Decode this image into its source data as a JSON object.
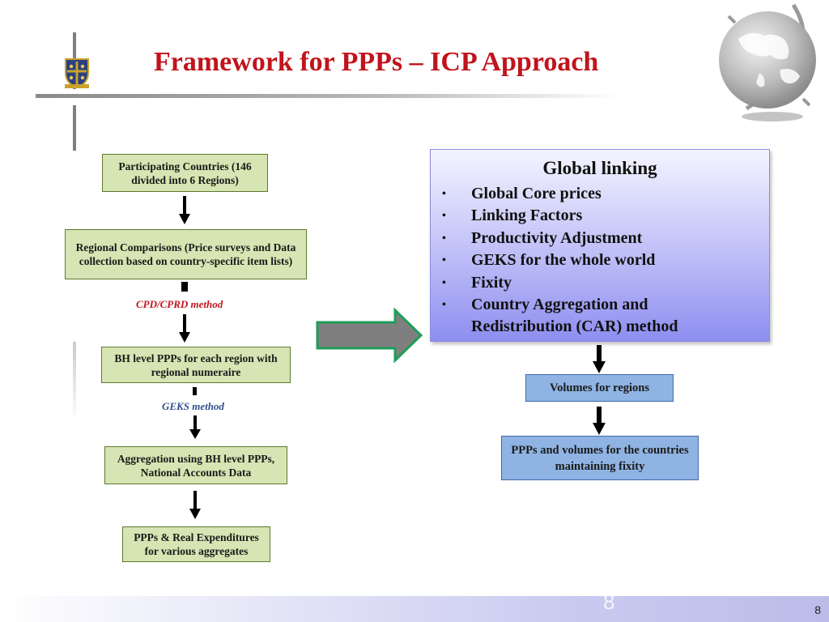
{
  "slide": {
    "title": "Framework for PPPs – ICP Approach",
    "page_number": "8",
    "ghost_number": "8"
  },
  "flow_left": {
    "box1": "Participating Countries (146 divided into 6 Regions)",
    "box2": "Regional Comparisons (Price  surveys and Data collection  based on country-specific item lists)",
    "method1": "CPD/CPRD method",
    "box3": "BH level PPPs for each region  with regional numeraire",
    "method2": "GEKS method",
    "box4": "Aggregation using BH level PPPs, National Accounts Data",
    "box5": "PPPs & Real Expenditures for various aggregates"
  },
  "global_linking": {
    "title": "Global linking",
    "items": [
      "Global Core prices",
      "Linking Factors",
      "Productivity Adjustment",
      "GEKS for the whole world",
      "Fixity",
      "Country Aggregation and Redistribution (CAR) method"
    ],
    "bullet": "•"
  },
  "flow_right": {
    "box1": "Volumes for regions",
    "box2": "PPPs and volumes for the countries maintaining fixity"
  },
  "colors": {
    "title": "#c0141c",
    "green_box": "#d6e5b3",
    "blue_box": "#8fb4e3",
    "method1": "#c0141c",
    "method2": "#2f4f8f",
    "big_arrow_fill": "#7f7f7f",
    "big_arrow_stroke": "#1f9e5a"
  },
  "icons": {
    "logo": "university-crest-icon",
    "globe": "globe-icon"
  }
}
